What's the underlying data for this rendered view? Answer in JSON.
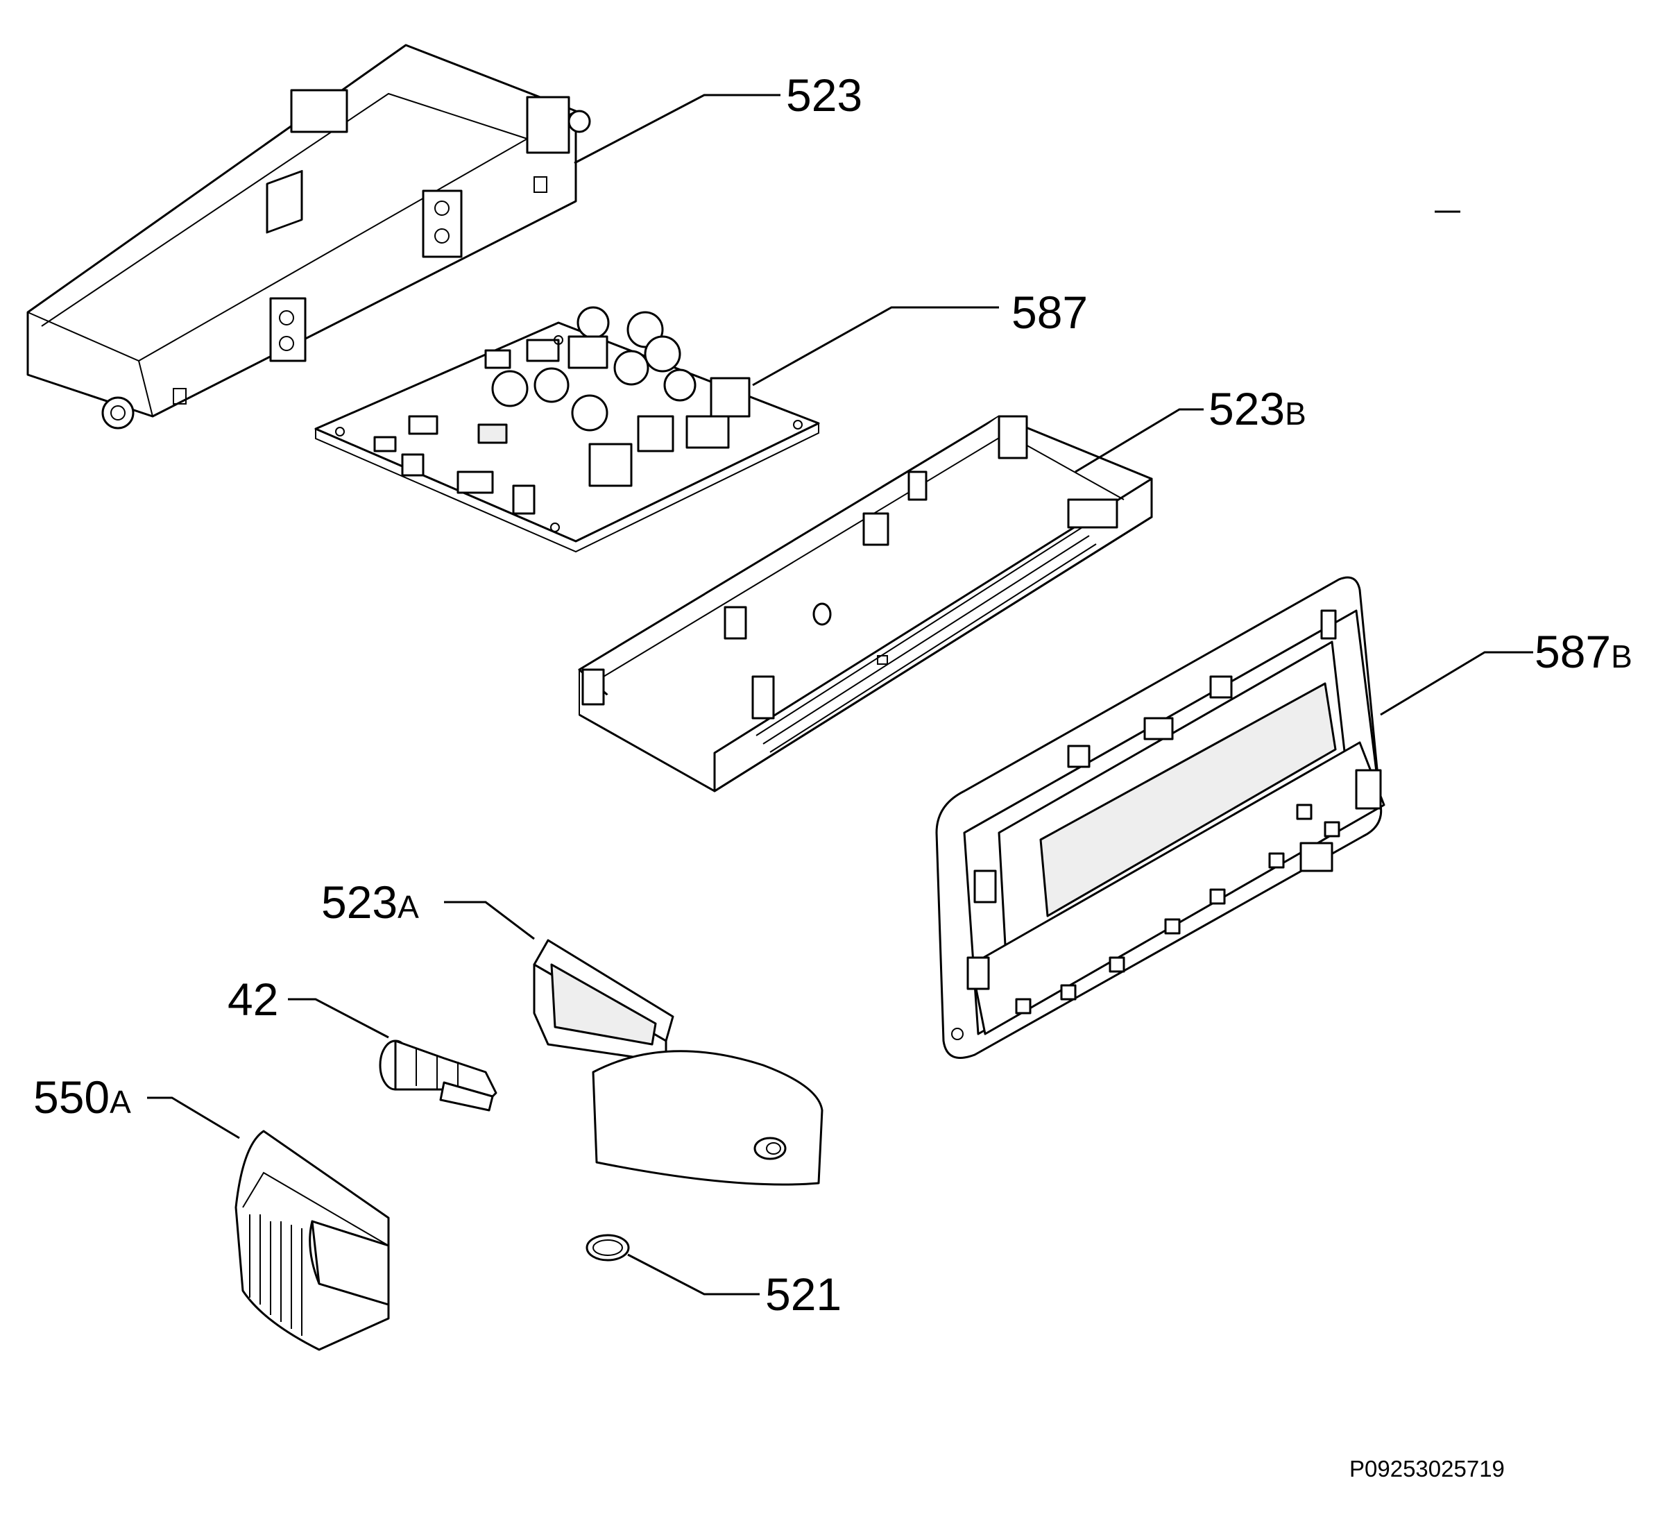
{
  "parts": [
    {
      "id": "p523",
      "num": "523",
      "suffix": ""
    },
    {
      "id": "p587",
      "num": "587",
      "suffix": ""
    },
    {
      "id": "p523b",
      "num": "523",
      "suffix": "B"
    },
    {
      "id": "p587b",
      "num": "587",
      "suffix": "B"
    },
    {
      "id": "p523a",
      "num": "523",
      "suffix": "A"
    },
    {
      "id": "p42",
      "num": "42",
      "suffix": ""
    },
    {
      "id": "p550a",
      "num": "550",
      "suffix": "A"
    },
    {
      "id": "p521",
      "num": "521",
      "suffix": ""
    }
  ],
  "document_id": "P09253025719"
}
